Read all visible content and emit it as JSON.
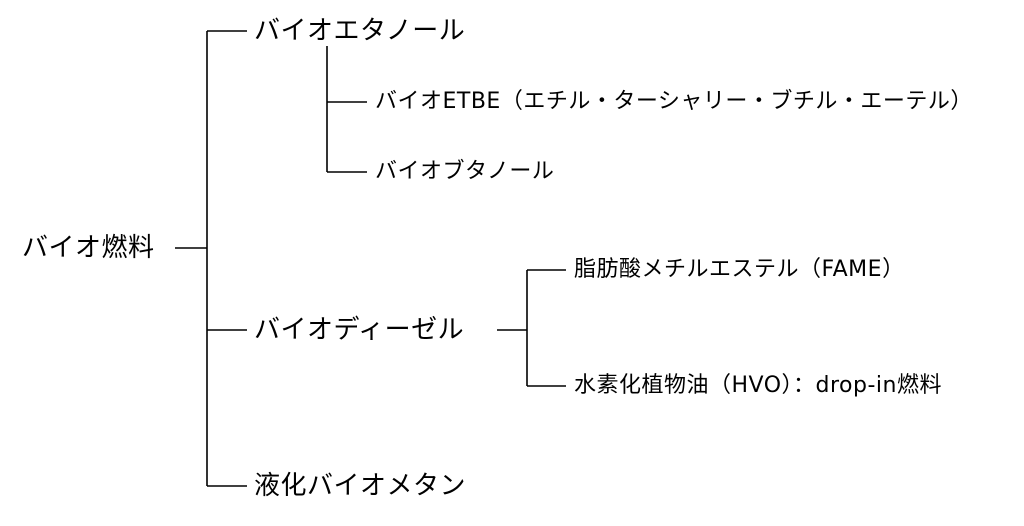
{
  "tree": {
    "root": {
      "label": "バイオ燃料"
    },
    "children": [
      {
        "label": "バイオエタノール",
        "children": [
          {
            "label": "バイオETBE（エチル・ターシャリー・ブチル・エーテル）"
          },
          {
            "label": "バイオブタノール"
          }
        ]
      },
      {
        "label": "バイオディーゼル",
        "children": [
          {
            "label": "脂肪酸メチルエステル（FAME）"
          },
          {
            "label": "水素化植物油（HVO）：drop-in燃料"
          }
        ]
      },
      {
        "label": "液化バイオメタン"
      }
    ]
  }
}
